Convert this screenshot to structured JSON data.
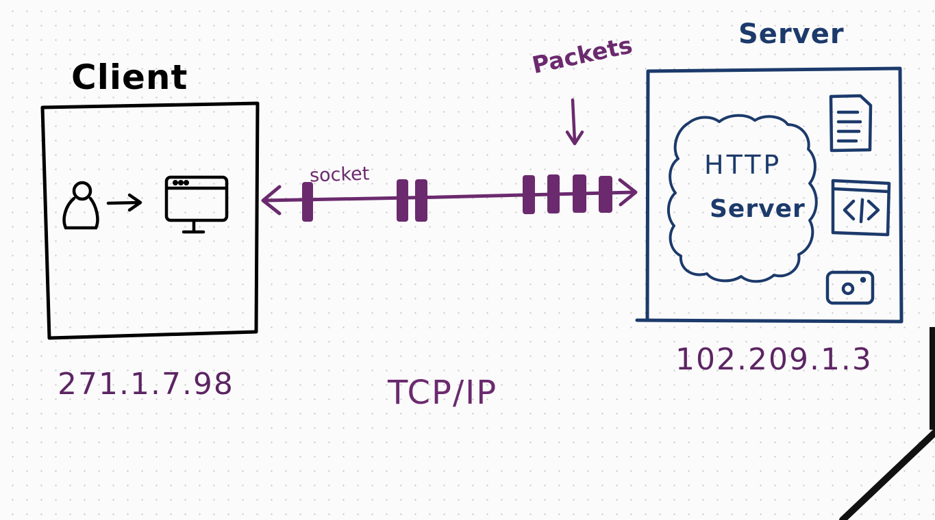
{
  "client": {
    "title": "Client",
    "ip": "271.1.7.98"
  },
  "server": {
    "title": "Server",
    "ip": "102.209.1.3",
    "process": [
      "HTTP",
      "Server"
    ],
    "icons": [
      "document-icon",
      "code-file-icon",
      "camera-icon"
    ]
  },
  "connection": {
    "socket_label": "socket",
    "packets_label": "Packets",
    "protocol": "TCP/IP"
  },
  "colors": {
    "ink": "#000000",
    "server_ink": "#1c3a6b",
    "connection_ink": "#6b2a6e"
  }
}
